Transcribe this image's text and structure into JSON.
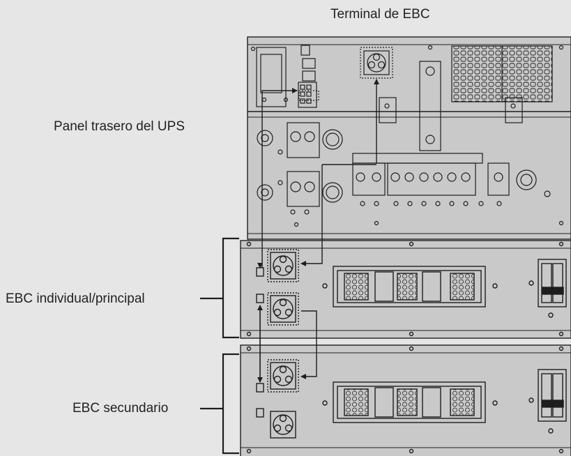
{
  "labels": {
    "ebc_terminal": "Terminal de EBC",
    "ups_rear_panel": "Panel trasero del UPS",
    "ebc_main": "EBC individual/principal",
    "ebc_secondary": "EBC secundario"
  },
  "colors": {
    "background": "#e6e6e6",
    "panel": "#c9c9c9",
    "stroke": "#1e1e1e",
    "text": "#222222"
  }
}
